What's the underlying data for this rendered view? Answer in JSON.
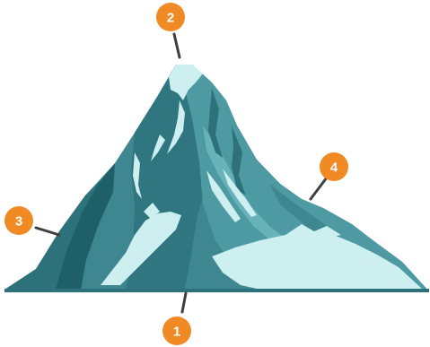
{
  "diagram": {
    "subject": "mountain",
    "badge_color": "#f08a24",
    "leader_line_color": "#3f3f3f",
    "colors": {
      "deep": "#1f5f68",
      "dark": "#2d727b",
      "mid": "#3e8791",
      "mid_light": "#4d9aa3",
      "light": "#68b2b9",
      "snow": "#cdeff0"
    },
    "markers": [
      {
        "label": "1"
      },
      {
        "label": "2"
      },
      {
        "label": "3"
      },
      {
        "label": "4"
      }
    ]
  }
}
